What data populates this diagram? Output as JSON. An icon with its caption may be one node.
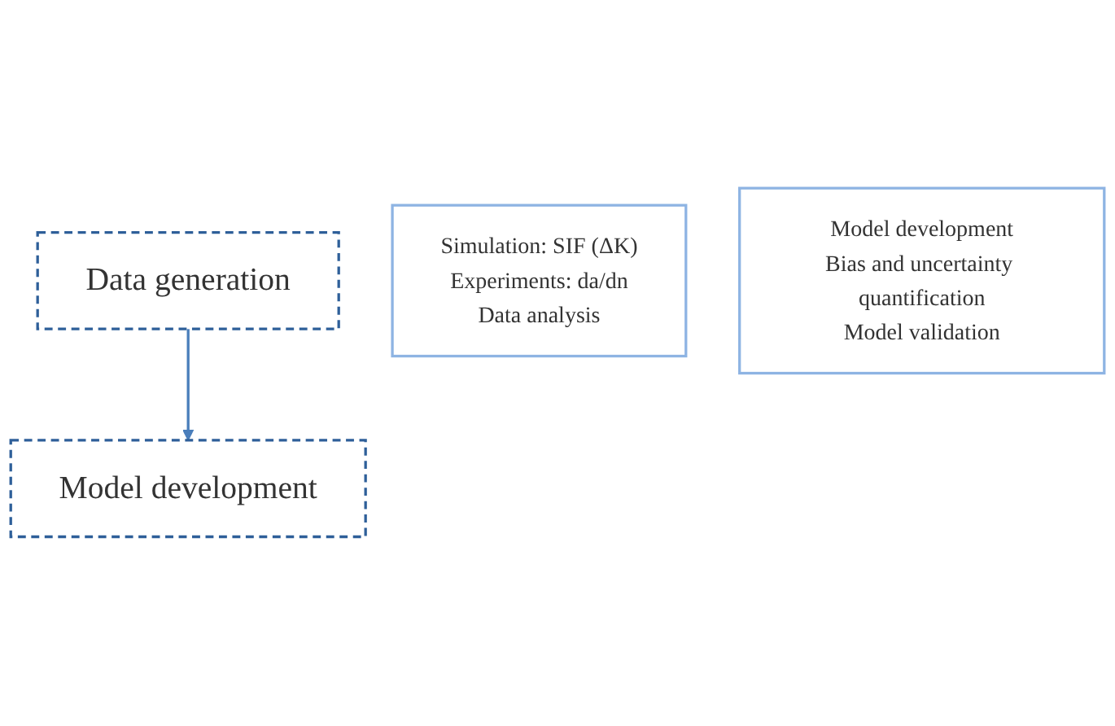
{
  "diagram": {
    "nodes": [
      {
        "text": [
          "Data generation"
        ]
      },
      {
        "text": [
          "Simulation: SIF (ΔK)",
          "Experiments:  da/dn",
          "Data analysis"
        ]
      },
      {
        "text": [
          "Model development"
        ]
      },
      {
        "text": [
          "Model development",
          "Bias and uncertainty quantification",
          "Model validation"
        ]
      }
    ],
    "edges": [
      {
        "from": 0,
        "to": 2,
        "arrow": "to",
        "color": "#4a7ebb"
      }
    ]
  }
}
